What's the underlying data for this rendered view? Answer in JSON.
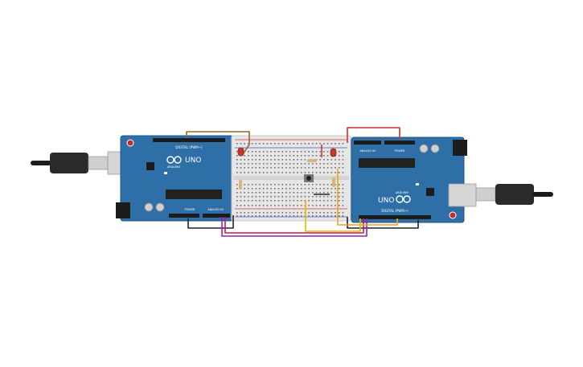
{
  "canvas": {
    "background": "#ffffff"
  },
  "colors": {
    "board": "#2f6fa8",
    "board_edge": "#1f5484",
    "breadboard": "#e6e6e6",
    "breadboard_edge": "#c9c9c9",
    "hole": "#6d6d6d",
    "rail_red": "#d23c3c",
    "rail_blue": "#3a5fbf",
    "chip": "#222222",
    "usb_metal": "#cfcfcf",
    "usb_plug": "#2a2a2a",
    "led_red": "#c0392b",
    "resistor": "#d9b57a",
    "wire_red": "#d32f2f",
    "wire_brown": "#a0652a",
    "wire_black": "#222222",
    "wire_purple": "#8e24aa",
    "wire_magenta": "#c2185b",
    "wire_orange": "#f0a020",
    "wire_yellow": "#e6b800",
    "reset_button": "#c62828"
  },
  "left_board": {
    "model_label": "UNO",
    "brand_label": "ARDUINO",
    "digital_header_label": "DIGITAL (PWM~)",
    "power_label": "POWER",
    "analog_label": "ANALOG IN"
  },
  "right_board": {
    "model_label": "UNO",
    "brand_label": "ARDUINO",
    "digital_header_label": "DIGITAL (PWM~)",
    "power_label": "POWER",
    "analog_label": "ANALOG IN"
  },
  "components": {
    "leds": [
      "red-led-left",
      "red-led-right"
    ],
    "resistors": [
      "resistor-left",
      "resistor-center",
      "resistor-right"
    ],
    "pushbutton": "pushbutton"
  },
  "icons": {
    "usb_left": "usb-cable-icon",
    "usb_right": "usb-cable-icon"
  }
}
